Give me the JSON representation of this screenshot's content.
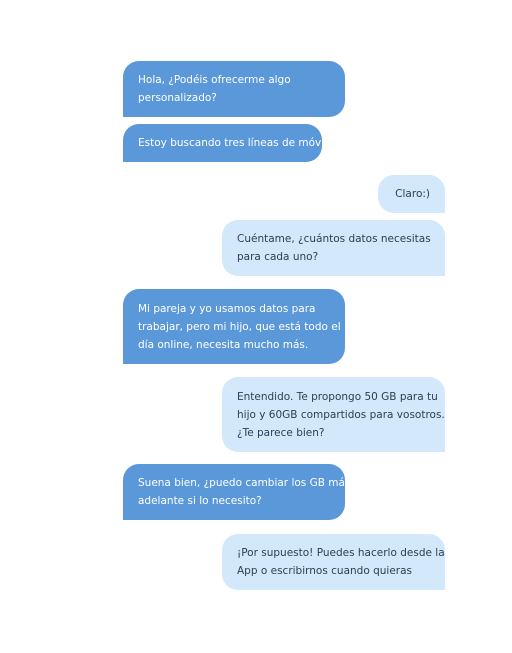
{
  "messages": [
    {
      "lines": [
        "Hola, ¿Podéis ofrecerme algo",
        "personalizado?"
      ]
    },
    {
      "lines": [
        "Estoy buscando tres líneas de móvil."
      ]
    },
    {
      "lines": [
        "Claro:)"
      ]
    },
    {
      "lines": [
        "Cuéntame, ¿cuántos datos necesitas",
        "para cada uno?"
      ]
    },
    {
      "lines": [
        "Mi pareja y yo usamos datos para",
        "trabajar, pero mi hijo, que está todo el",
        "día online, necesita mucho más."
      ]
    },
    {
      "lines": [
        "Entendido. Te propongo 50 GB para tu",
        "hijo y 60GB compartidos para vosotros.",
        "¿Te parece bien?"
      ]
    },
    {
      "lines": [
        "Suena bien, ¿puedo cambiar los GB más",
        "adelante si lo necesito?"
      ]
    },
    {
      "lines": [
        "¡Por supuesto! Puedes hacerlo desde la",
        "App o escribirnos cuando quieras"
      ]
    }
  ],
  "colors": {
    "user_bubble": "#5b98da",
    "agent_bubble": "#d4e8fc",
    "user_text": "#ffffff",
    "agent_text": "#2c3e55"
  }
}
